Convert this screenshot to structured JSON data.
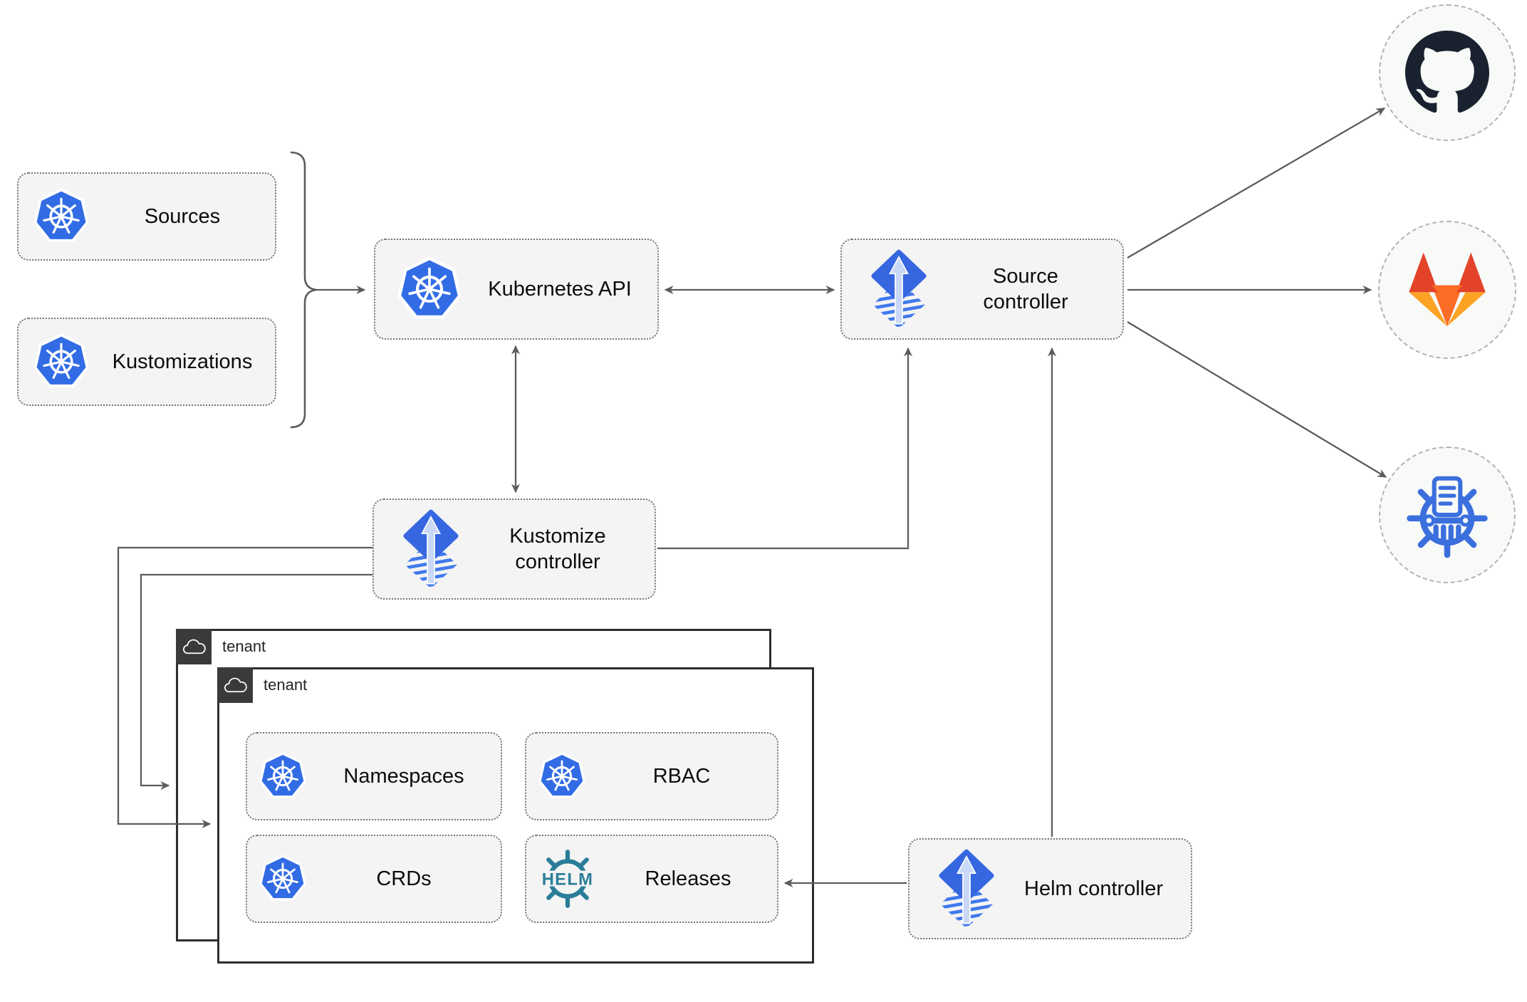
{
  "colors": {
    "node_fill": "#f4f4f4",
    "circle_fill": "#f8faf8",
    "line_gray": "#5c5c5c",
    "k8s_blue": "#326ce5",
    "flux_blue": "#3667e0",
    "flux_stripe": "#4079ec",
    "flux_arrow_light": "#c9d8f6",
    "helm_teal": "#2a7d98",
    "chartmuseum_blue": "#3b6fde",
    "github_dark": "#19222e",
    "gitlab_red": "#e24329",
    "gitlab_orange": "#fc6d26",
    "gitlab_yellow": "#fca326",
    "tenant_header_bg": "#3a3a3a"
  },
  "nodes": {
    "sources": {
      "label": "Sources"
    },
    "kustomizations": {
      "label": "Kustomizations"
    },
    "kubernetes_api": {
      "label": "Kubernetes API"
    },
    "source_controller": {
      "label": "Source controller"
    },
    "kustomize_controller": {
      "label": "Kustomize controller"
    },
    "helm_controller": {
      "label": "Helm controller"
    }
  },
  "tenants": {
    "back": {
      "label": "tenant"
    },
    "front": {
      "label": "tenant"
    }
  },
  "resources": {
    "namespaces": {
      "label": "Namespaces"
    },
    "rbac": {
      "label": "RBAC"
    },
    "crds": {
      "label": "CRDs"
    },
    "releases": {
      "label": "Releases"
    }
  },
  "icons": {
    "helm_wordmark": "HELM",
    "names": [
      "kubernetes-icon",
      "flux-icon",
      "helm-icon",
      "cloud-icon",
      "github-octocat-icon",
      "gitlab-tanuki-icon",
      "chartmuseum-icon"
    ]
  }
}
